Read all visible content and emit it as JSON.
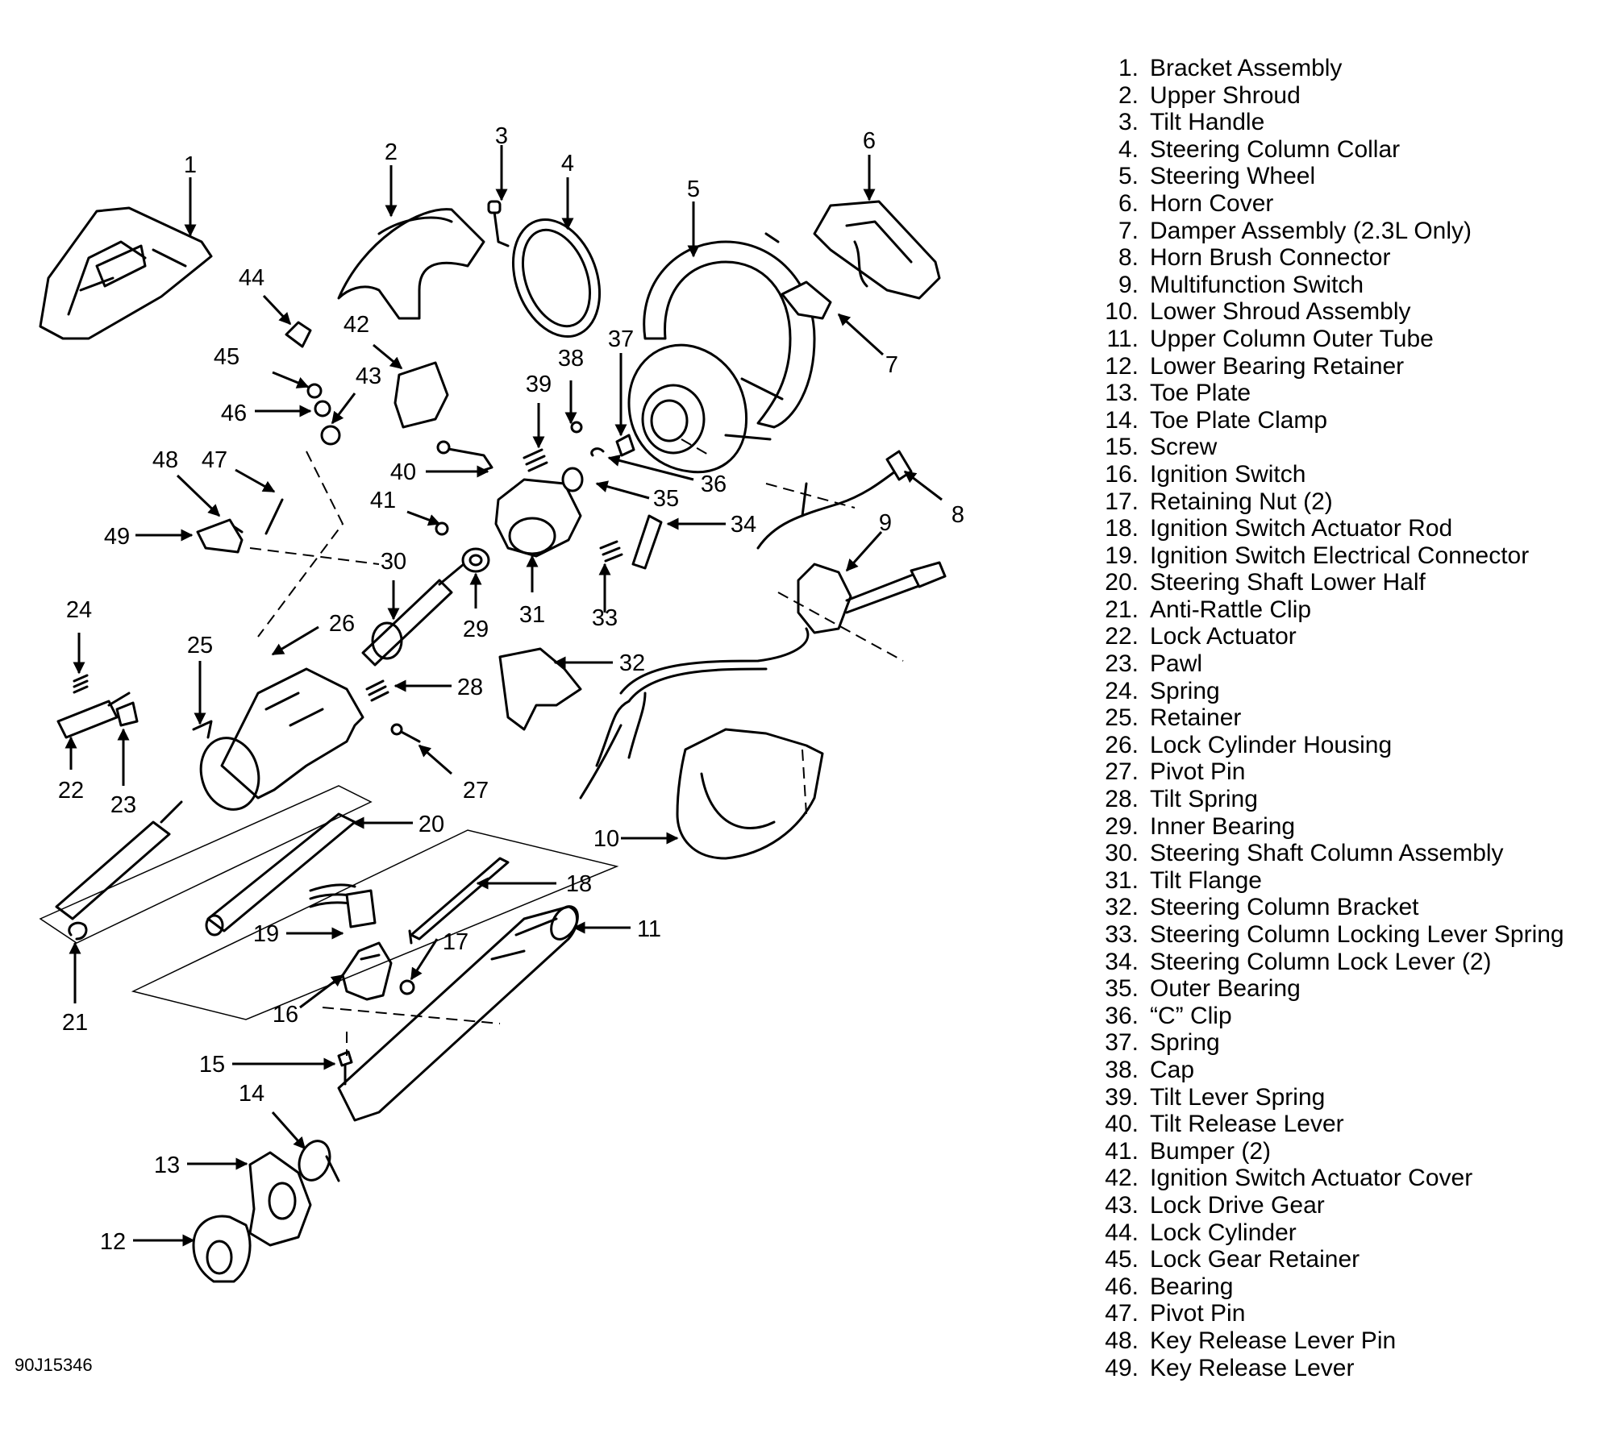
{
  "figure_code": "90J15346",
  "legend": [
    {
      "num": "1.",
      "label": "Bracket Assembly"
    },
    {
      "num": "2.",
      "label": "Upper Shroud"
    },
    {
      "num": "3.",
      "label": "Tilt Handle"
    },
    {
      "num": "4.",
      "label": "Steering Column Collar"
    },
    {
      "num": "5.",
      "label": "Steering Wheel"
    },
    {
      "num": "6.",
      "label": "Horn Cover"
    },
    {
      "num": "7.",
      "label": "Damper Assembly (2.3L Only)"
    },
    {
      "num": "8.",
      "label": "Horn Brush Connector"
    },
    {
      "num": "9.",
      "label": "Multifunction Switch"
    },
    {
      "num": "10.",
      "label": "Lower Shroud Assembly"
    },
    {
      "num": "11.",
      "label": "Upper Column Outer Tube"
    },
    {
      "num": "12.",
      "label": "Lower Bearing Retainer"
    },
    {
      "num": "13.",
      "label": "Toe Plate"
    },
    {
      "num": "14.",
      "label": "Toe Plate Clamp"
    },
    {
      "num": "15.",
      "label": "Screw"
    },
    {
      "num": "16.",
      "label": "Ignition Switch"
    },
    {
      "num": "17.",
      "label": "Retaining Nut (2)"
    },
    {
      "num": "18.",
      "label": "Ignition Switch Actuator Rod"
    },
    {
      "num": "19.",
      "label": "Ignition Switch Electrical Connector"
    },
    {
      "num": "20.",
      "label": "Steering Shaft Lower Half"
    },
    {
      "num": "21.",
      "label": "Anti-Rattle Clip"
    },
    {
      "num": "22.",
      "label": "Lock Actuator"
    },
    {
      "num": "23.",
      "label": "Pawl"
    },
    {
      "num": "24.",
      "label": "Spring"
    },
    {
      "num": "25.",
      "label": "Retainer"
    },
    {
      "num": "26.",
      "label": "Lock Cylinder Housing"
    },
    {
      "num": "27.",
      "label": "Pivot Pin"
    },
    {
      "num": "28.",
      "label": "Tilt Spring"
    },
    {
      "num": "29.",
      "label": "Inner Bearing"
    },
    {
      "num": "30.",
      "label": "Steering Shaft Column Assembly"
    },
    {
      "num": "31.",
      "label": "Tilt Flange"
    },
    {
      "num": "32.",
      "label": "Steering Column Bracket"
    },
    {
      "num": "33.",
      "label": "Steering Column Locking Lever Spring"
    },
    {
      "num": "34.",
      "label": "Steering Column Lock Lever (2)"
    },
    {
      "num": "35.",
      "label": "Outer Bearing"
    },
    {
      "num": "36.",
      "label": "“C” Clip"
    },
    {
      "num": "37.",
      "label": "Spring"
    },
    {
      "num": "38.",
      "label": "Cap"
    },
    {
      "num": "39.",
      "label": "Tilt Lever Spring"
    },
    {
      "num": "40.",
      "label": "Tilt Release Lever"
    },
    {
      "num": "41.",
      "label": "Bumper (2)"
    },
    {
      "num": "42.",
      "label": "Ignition Switch Actuator Cover"
    },
    {
      "num": "43.",
      "label": "Lock Drive Gear"
    },
    {
      "num": "44.",
      "label": "Lock Cylinder"
    },
    {
      "num": "45.",
      "label": "Lock Gear Retainer"
    },
    {
      "num": "46.",
      "label": "Bearing"
    },
    {
      "num": "47.",
      "label": "Pivot Pin"
    },
    {
      "num": "48.",
      "label": "Key Release Lever Pin"
    },
    {
      "num": "49.",
      "label": "Key Release Lever"
    }
  ],
  "callouts": [
    "1",
    "2",
    "3",
    "4",
    "5",
    "6",
    "7",
    "8",
    "9",
    "10",
    "11",
    "12",
    "13",
    "14",
    "15",
    "16",
    "17",
    "18",
    "19",
    "20",
    "21",
    "22",
    "23",
    "24",
    "25",
    "26",
    "27",
    "28",
    "29",
    "30",
    "31",
    "32",
    "33",
    "34",
    "35",
    "36",
    "37",
    "38",
    "39",
    "40",
    "41",
    "42",
    "43",
    "44",
    "45",
    "46",
    "47",
    "48",
    "49"
  ]
}
